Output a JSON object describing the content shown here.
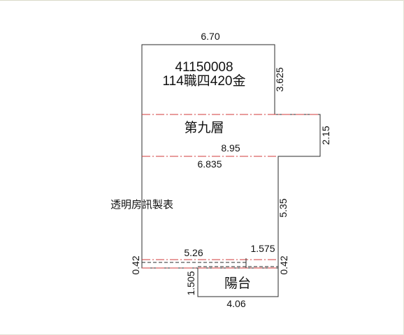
{
  "lot_id": "41150008",
  "lot_ref": "114職四420金",
  "floor_label": "第九層",
  "balcony_label": "陽台",
  "maker_note": "透明房訊製表",
  "dimensions": {
    "top_width": "6.70",
    "upper_right_height": "3.625",
    "bump_height": "2.15",
    "bump_width": "8.95",
    "mid_width": "6.835",
    "lower_right_height": "5.35",
    "bottom_width": "5.26",
    "step_width": "1.575",
    "left_strip": "0.42",
    "right_strip": "0.42",
    "balcony_height": "1.505",
    "balcony_width": "4.06"
  },
  "colors": {
    "outline": "#2b2b2b",
    "section_line": "#d23a3a",
    "text": "#111111"
  }
}
